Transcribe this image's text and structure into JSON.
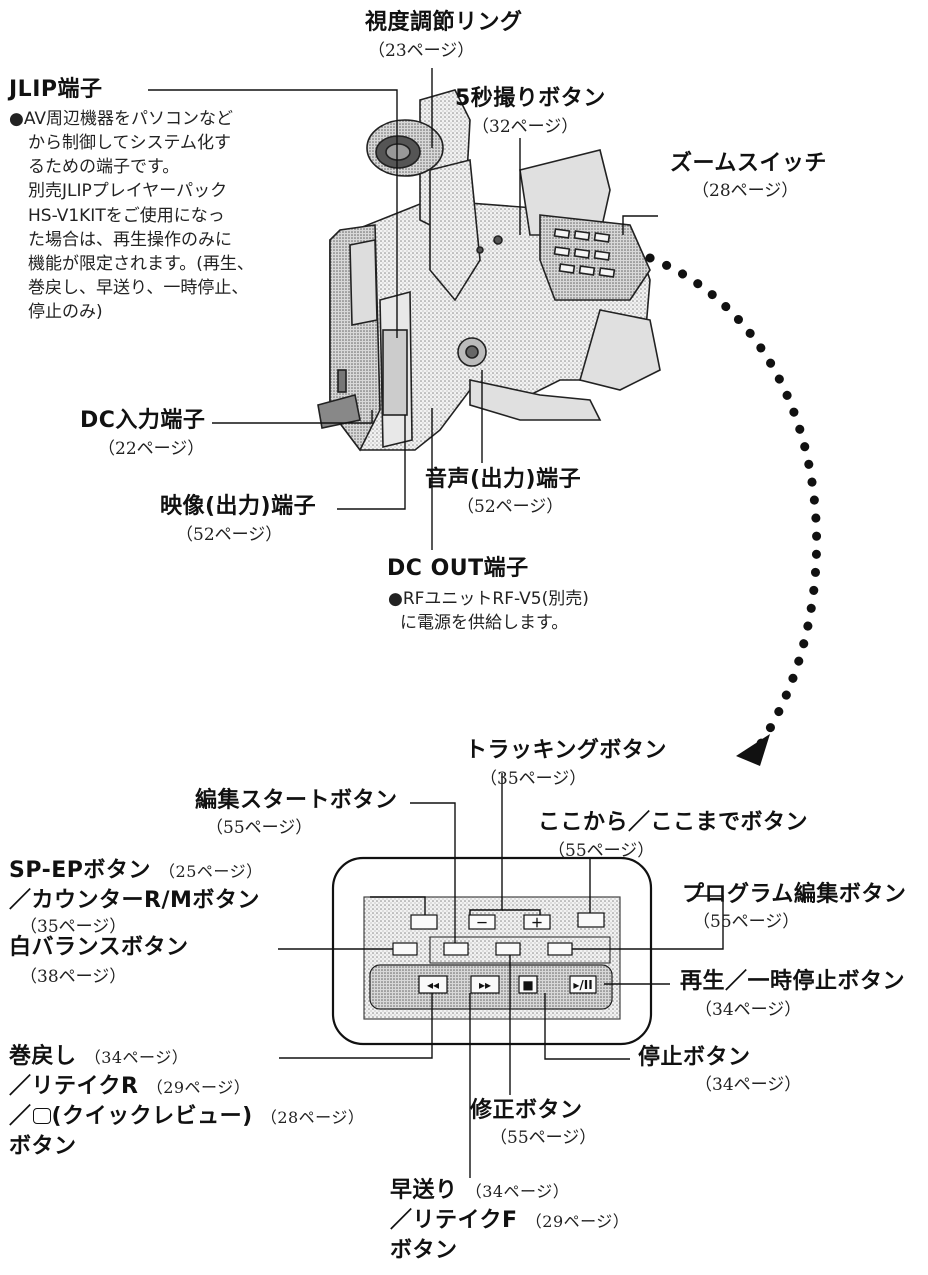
{
  "labels": {
    "diopter": {
      "title": "視度調節リング",
      "page": "（23ページ）"
    },
    "five_sec": {
      "title": "5秒撮りボタン",
      "page": "（32ページ）"
    },
    "zoom": {
      "title": "ズームスイッチ",
      "page": "（28ページ）"
    },
    "jlip": {
      "title": "JLIP端子",
      "desc": [
        "●AV周辺機器をパソコンなど",
        "から制御してシステム化す",
        "るための端子です。",
        "別売JLIPプレイヤーパック",
        "HS-V1KITをご使用になっ",
        "た場合は、再生操作のみに",
        "機能が限定されます。(再生、",
        "巻戻し、早送り、一時停止、",
        "停止のみ)"
      ]
    },
    "dc_in": {
      "title": "DC入力端子",
      "page": "（22ページ）"
    },
    "audio_out": {
      "title": "音声(出力)端子",
      "page": "（52ページ）"
    },
    "video_out": {
      "title": "映像(出力)端子",
      "page": "（52ページ）"
    },
    "dc_out": {
      "title": "DC OUT端子",
      "desc": [
        "●RFユニットRF-V5(別売)",
        "に電源を供給します。"
      ]
    },
    "tracking": {
      "title": "トラッキングボタン",
      "page": "（35ページ）"
    },
    "edit_start": {
      "title": "編集スタートボタン",
      "page": "（55ページ）"
    },
    "koko": {
      "title": "ここから／ここまでボタン",
      "page": "（55ページ）"
    },
    "sp_ep": {
      "title1": "SP-EPボタン",
      "page1": "（25ページ）",
      "title2": "／カウンターR/Mボタン",
      "page2": "（35ページ）"
    },
    "program_edit": {
      "title": "プログラム編集ボタン",
      "page": "（55ページ）"
    },
    "white_balance": {
      "title": "白バランスボタン",
      "page": "（38ページ）"
    },
    "play_pause": {
      "title": "再生／一時停止ボタン",
      "page": "（34ページ）"
    },
    "stop": {
      "title": "停止ボタン",
      "page": "（34ページ）"
    },
    "rewind": {
      "l1": "巻戻し",
      "l1p": "（34ページ）",
      "l2": "／リテイクR",
      "l2p": "（29ページ）",
      "l3": "／",
      "l3b": "(クイックレビュー)",
      "l3p": "（28ページ）",
      "l4": "ボタン"
    },
    "correction": {
      "title": "修正ボタン",
      "page": "（55ページ）"
    },
    "ff": {
      "l1": "早送り",
      "l1p": "（34ページ）",
      "l2": "／リテイクF",
      "l2p": "（29ページ）",
      "l3": "ボタン"
    }
  },
  "panel": {
    "tracking_minus": "－",
    "tracking_plus": "＋",
    "rew_glyph": "◂◂",
    "ff_glyph": "▸▸",
    "stop_glyph": "■",
    "play_glyph": "▸/II"
  }
}
